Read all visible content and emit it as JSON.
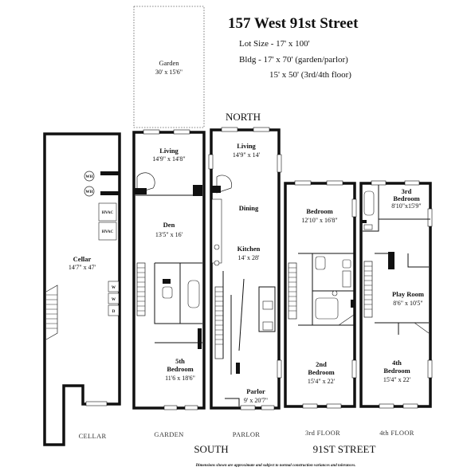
{
  "header": {
    "title": "157 West 91st Street",
    "lot": "Lot Size - 17' x 100'",
    "bldg1": "Bldg - 17' x 70' (garden/parlor)",
    "bldg2": "15' x 50' (3rd/4th floor)"
  },
  "compass": {
    "north": "NORTH",
    "south": "SOUTH",
    "street": "91ST STREET"
  },
  "floors": {
    "cellar": "CELLAR",
    "garden": "GARDEN",
    "parlor": "PARLOR",
    "third": "3rd FLOOR",
    "fourth": "4th FLOOR"
  },
  "rooms": {
    "garden_yard": {
      "name": "Garden",
      "dim": "30' x 15'6\""
    },
    "cellar": {
      "name": "Cellar",
      "dim": "14'7\" x 47'"
    },
    "garden_living": {
      "name": "Living",
      "dim": "14'9\" x 14'8\""
    },
    "den": {
      "name": "Den",
      "dim": "13'5\" x 16'"
    },
    "fifth_bedroom": {
      "name": "5th",
      "name2": "Bedroom",
      "dim": "11'6 x 18'6\""
    },
    "parlor_living": {
      "name": "Living",
      "dim": "14'9\" x 14'"
    },
    "dining": {
      "name": "Dining"
    },
    "kitchen": {
      "name": "Kitchen",
      "dim": "14' x 28'"
    },
    "parlor": {
      "name": "Parlor",
      "dim": "9' x 20'7\""
    },
    "bedroom3": {
      "name": "Bedroom",
      "dim": "12'10\" x 16'8\""
    },
    "second_bedroom": {
      "name": "2nd",
      "name2": "Bedroom",
      "dim": "15'4\" x 22'"
    },
    "third_bedroom": {
      "name": "3rd",
      "name2": "Bedroom",
      "dim": "8'10\"x15'9\""
    },
    "play_room": {
      "name": "Play Room",
      "dim": "8'6\" x 10'5\""
    },
    "fourth_bedroom": {
      "name": "4th",
      "name2": "Bedroom",
      "dim": "15'4\" x 22'"
    }
  },
  "utilities": {
    "wh": "WH",
    "hvac": "HVAC",
    "w": "W",
    "d": "D"
  },
  "disclaimer": "Dimensions shown are approximate and subject to normal construction variances and tolerances."
}
